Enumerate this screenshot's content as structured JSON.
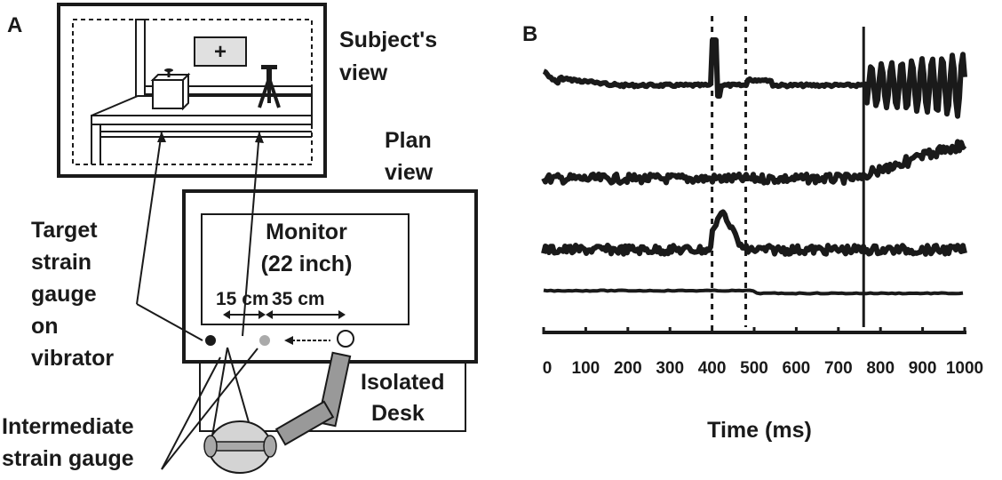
{
  "panel_a": {
    "label": "A",
    "subject_view_label": [
      "Subject's",
      "view"
    ],
    "plan_view_label": [
      "Plan",
      "view"
    ],
    "monitor_label": [
      "Monitor",
      "(22 inch)"
    ],
    "distance_1": "15 cm",
    "distance_2": "35 cm",
    "target_label": [
      "Target",
      "strain",
      "gauge",
      "on",
      "vibrator"
    ],
    "isolated_desk_label": [
      "Isolated",
      "Desk"
    ],
    "intermediate_label": [
      "Intermediate",
      "strain gauge"
    ],
    "fixation_symbol": "+"
  },
  "panel_b": {
    "label": "B",
    "xlabel": "Time (ms)",
    "tick_labels": [
      "0",
      "100",
      "200",
      "300",
      "400",
      "500",
      "600",
      "700",
      "800",
      "900",
      "1000"
    ],
    "xlim": [
      0,
      1000
    ],
    "dashed_markers_ms": [
      400,
      480
    ],
    "solid_marker_ms": 760,
    "colors": {
      "trace": "#1a1a1a",
      "gray_marker": "#aaaaaa",
      "screen": "#e0e0e0"
    }
  }
}
